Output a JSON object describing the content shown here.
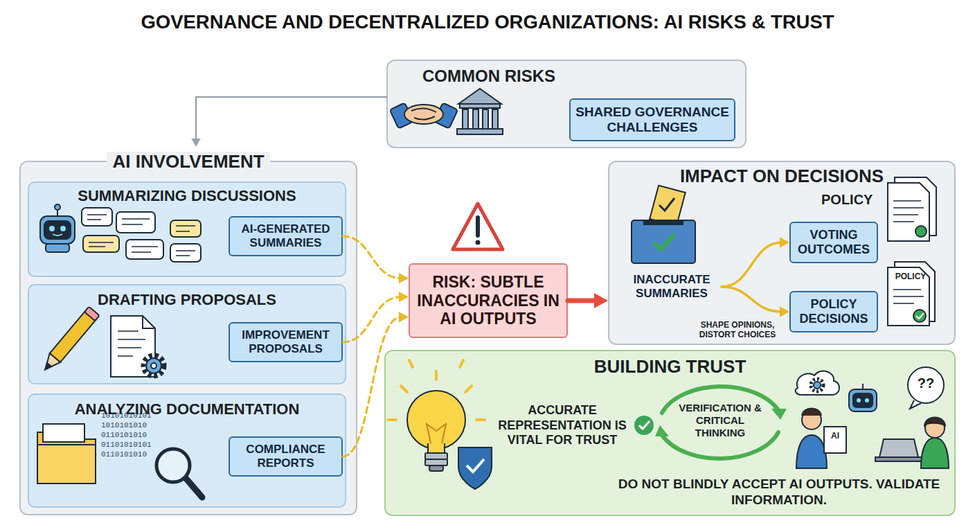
{
  "diagram": {
    "title": "GOVERNANCE AND DECENTRALIZED ORGANIZATIONS: AI RISKS & TRUST",
    "nodes": [
      {
        "text": [
          "COMMON RISKS"
        ]
      },
      {
        "text": [
          "SHARED GOVERNANCE CHALLENGES"
        ],
        "in": 0
      },
      {
        "text": [
          "AI INVOLVEMENT"
        ]
      },
      {
        "text": [
          "SUMMARIZING DISCUSSIONS"
        ],
        "in": 2
      },
      {
        "text": [
          "AI-GENERATED SUMMARIES"
        ],
        "in": 3
      },
      {
        "text": [
          "DRAFTING PROPOSALS"
        ],
        "in": 2
      },
      {
        "text": [
          "IMPROVEMENT PROPOSALS"
        ],
        "in": 5
      },
      {
        "text": [
          "ANALYZING DOCUMENTATION"
        ],
        "in": 2
      },
      {
        "text": [
          "COMPLIANCE REPORTS"
        ],
        "in": 7
      },
      {
        "text": [
          "RISK: SUBTLE INACCURACIES IN AI OUTPUTS"
        ]
      },
      {
        "text": [
          "IMPACT ON DECISIONS"
        ]
      },
      {
        "text": [
          "INACCURATE SUMMARIES"
        ],
        "in": 10
      },
      {
        "text": [
          "VOTING OUTCOMES"
        ],
        "in": 10
      },
      {
        "text": [
          "POLICY DECISIONS"
        ],
        "in": 10
      },
      {
        "text": [
          "BUILDING TRUST"
        ]
      }
    ],
    "edges": [
      {
        "from": 0,
        "to": 2,
        "arrow": "to"
      },
      {
        "from": 4,
        "to": 9,
        "arrow": "to"
      },
      {
        "from": 6,
        "to": 9,
        "arrow": "to"
      },
      {
        "from": 8,
        "to": 9,
        "arrow": "to"
      },
      {
        "from": 9,
        "to": 10,
        "arrow": "to"
      },
      {
        "from": 11,
        "to": 12,
        "arrow": "to"
      },
      {
        "from": 11,
        "to": 13,
        "arrow": "to"
      }
    ],
    "labels": [
      "POLICY",
      "POLICY",
      "SHAPE OPINIONS, DISTORT CHOICES",
      "ACCURATE REPRESENTATION IS VITAL FOR TRUST",
      "VERIFICATION & CRITICAL THINKING",
      "DO NOT BLINDLY ACCEPT AI OUTPUTS. VALIDATE INFORMATION.",
      "AI",
      "??",
      "10101010101",
      "1010101010",
      "0110101010",
      "01101010101",
      "0110101010"
    ]
  }
}
